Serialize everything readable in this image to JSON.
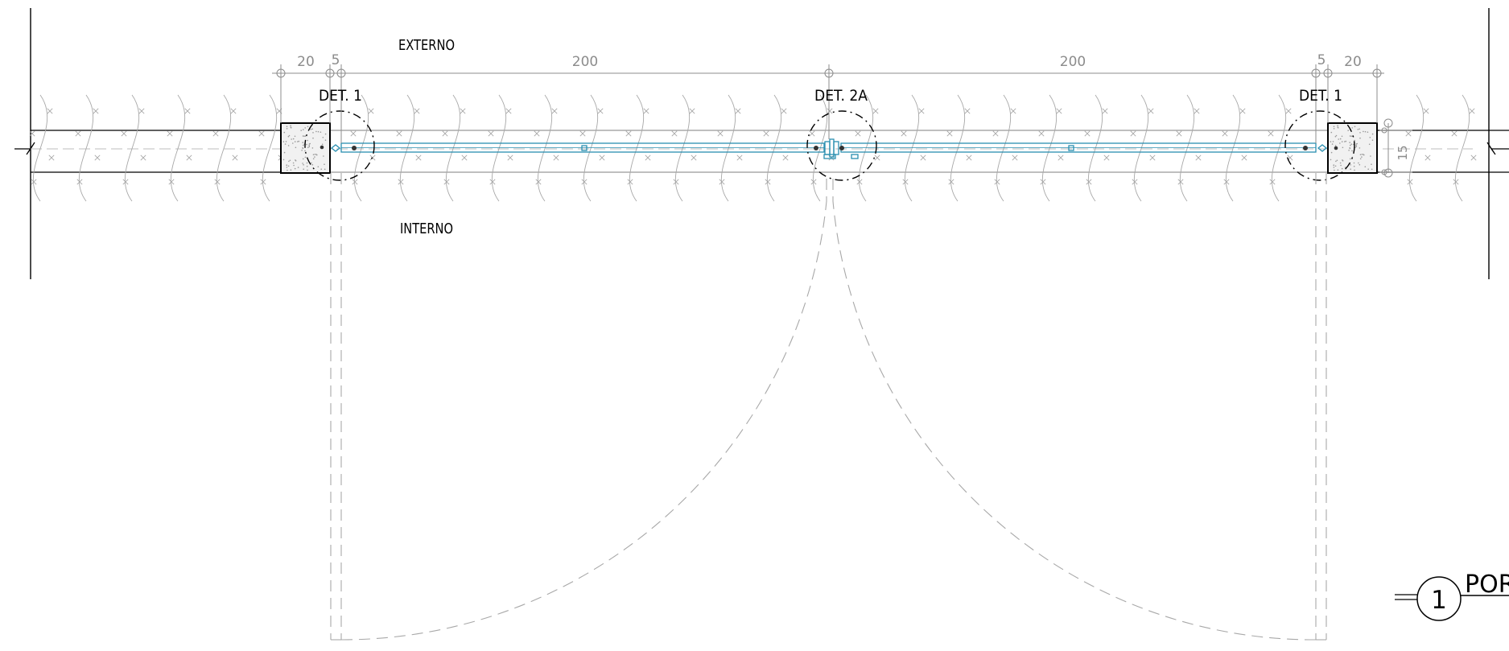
{
  "labels": {
    "exterior": "EXTERNO",
    "interior": "INTERNO",
    "detail_left": "DET. 1",
    "detail_center": "DET. 2A",
    "detail_right": "DET. 1"
  },
  "dimensions": {
    "left_jamb": "20",
    "left_gap": "5",
    "left_leaf": "200",
    "right_leaf": "200",
    "right_gap": "5",
    "right_jamb": "20",
    "vertical_small": "15"
  },
  "title_tag": {
    "number": "1",
    "text": "POR"
  },
  "colors": {
    "line": "#000000",
    "dim_line": "#8c8c8c",
    "hatch": "#a8a8a8",
    "frame": "#2a8fb0"
  }
}
